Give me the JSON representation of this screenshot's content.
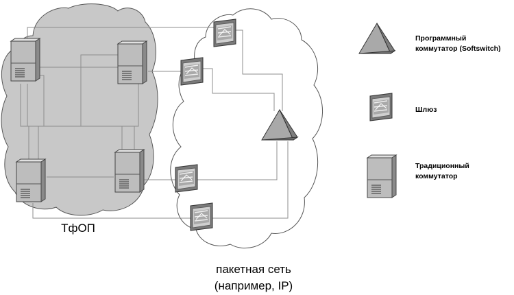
{
  "clouds": {
    "pstn_label": "ТфОП",
    "packet_label_line1": "пакетная сеть",
    "packet_label_line2": "(например, IP)"
  },
  "legend": {
    "softswitch_line1": "Программный",
    "softswitch_line2": "коммутатор (Softswitch)",
    "gateway": "Шлюз",
    "switch_line1": "Традиционный",
    "switch_line2": "коммутатор"
  },
  "icons": {
    "softswitch": "triangle-prism-icon",
    "gateway": "gateway-box-icon",
    "switch": "switch-tower-icon"
  },
  "colors": {
    "pstn_cloud": "#c8c8c8",
    "device_fill": "#bdbdbd",
    "link": "#8c8c8c"
  }
}
